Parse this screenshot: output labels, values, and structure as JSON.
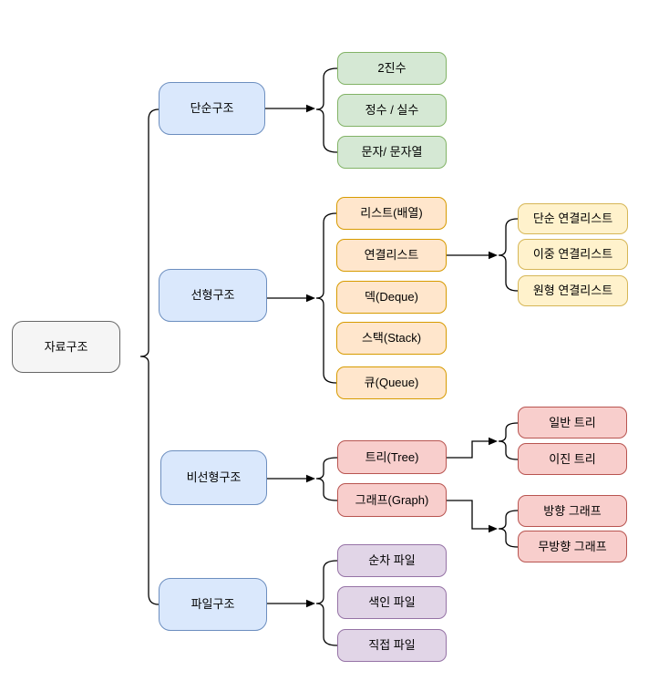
{
  "colors": {
    "background": "#ffffff",
    "connector": "#000000",
    "root_fill": "#f5f5f5",
    "root_stroke": "#666666",
    "blue_fill": "#dae8fc",
    "blue_stroke": "#6c8ebf",
    "green_fill": "#d5e8d4",
    "green_stroke": "#82b366",
    "orange_fill": "#ffe6cc",
    "orange_stroke": "#d79b00",
    "yellow_fill": "#fff2cc",
    "yellow_stroke": "#d6b656",
    "red_fill": "#f8cecc",
    "red_stroke": "#b85450",
    "purple_fill": "#e1d5e7",
    "purple_stroke": "#9673a6"
  },
  "diagram": {
    "root": {
      "label": "자료구조"
    },
    "branches": [
      {
        "label": "단순구조",
        "children": [
          {
            "label": "2진수"
          },
          {
            "label": "정수 / 실수"
          },
          {
            "label": "문자/ 문자열"
          }
        ]
      },
      {
        "label": "선형구조",
        "children": [
          {
            "label": "리스트(배열)"
          },
          {
            "label": "연결리스트",
            "children": [
              {
                "label": "단순 연결리스트"
              },
              {
                "label": "이중 연결리스트"
              },
              {
                "label": "원형 연결리스트"
              }
            ]
          },
          {
            "label": "덱(Deque)"
          },
          {
            "label": "스택(Stack)"
          },
          {
            "label": "큐(Queue)"
          }
        ]
      },
      {
        "label": "비선형구조",
        "children": [
          {
            "label": "트리(Tree)",
            "children": [
              {
                "label": "일반 트리"
              },
              {
                "label": "이진 트리"
              }
            ]
          },
          {
            "label": "그래프(Graph)",
            "children": [
              {
                "label": "방향 그래프"
              },
              {
                "label": "무방향 그래프"
              }
            ]
          }
        ]
      },
      {
        "label": "파일구조",
        "children": [
          {
            "label": "순차 파일"
          },
          {
            "label": "색인 파일"
          },
          {
            "label": "직접 파일"
          }
        ]
      }
    ]
  }
}
